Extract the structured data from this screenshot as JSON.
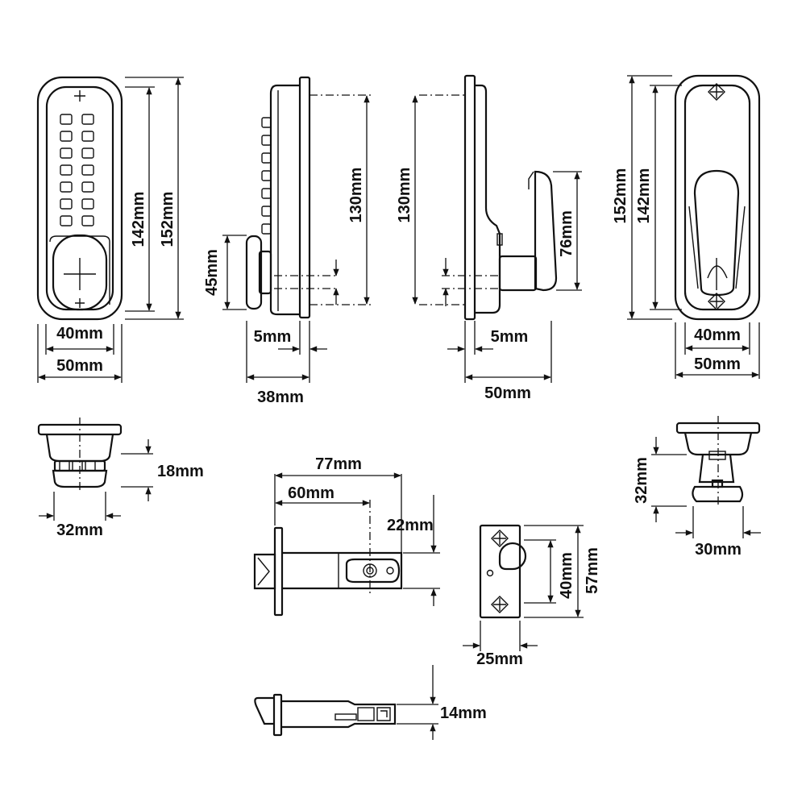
{
  "front_keypad": {
    "inner_width": "40mm",
    "outer_width": "50mm",
    "inner_height": "142mm",
    "outer_height": "152mm"
  },
  "side_keypad": {
    "knob_height": "45mm",
    "offset": "5mm",
    "depth": "38mm",
    "height": "130mm"
  },
  "side_handle": {
    "height": "130mm",
    "handle_height": "76mm",
    "offset": "5mm",
    "depth": "50mm"
  },
  "back_plate": {
    "outer_height": "152mm",
    "inner_height": "142mm",
    "inner_width": "40mm",
    "outer_width": "50mm"
  },
  "knob_top": {
    "height": "18mm",
    "width": "32mm"
  },
  "lever_top": {
    "height": "32mm",
    "width": "30mm"
  },
  "latch": {
    "length_long": "77mm",
    "length_short": "60mm",
    "height": "22mm",
    "thickness": "14mm"
  },
  "strike_plate": {
    "inner_height": "40mm",
    "outer_height": "57mm",
    "width": "25mm"
  }
}
